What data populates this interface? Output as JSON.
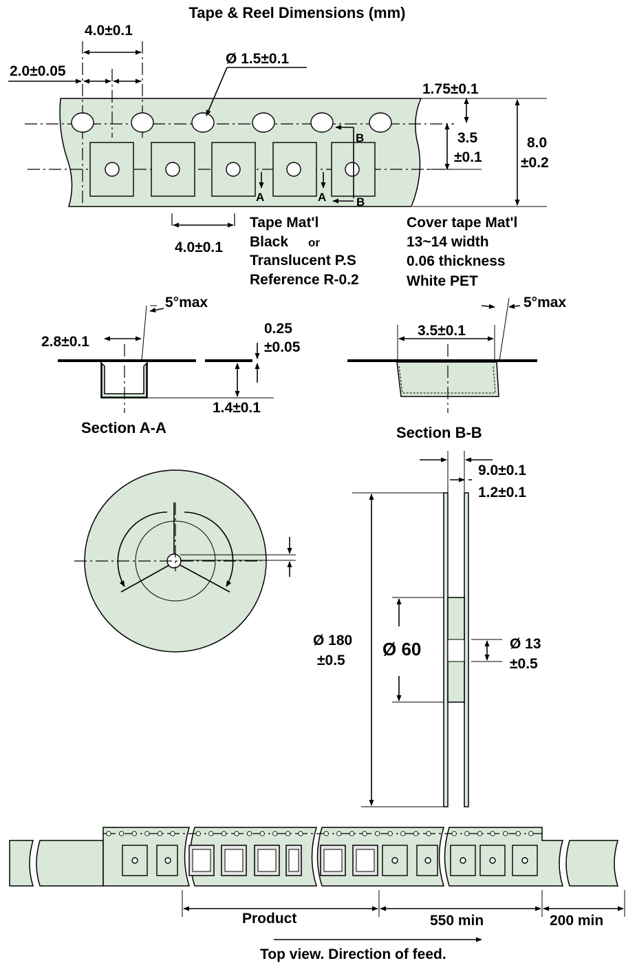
{
  "title": "Tape & Reel Dimensions (mm)",
  "tape_top": {
    "pitch_top": "4.0±0.1",
    "half_pitch": "2.0±0.05",
    "hole_diameter": "Ø 1.5±0.1",
    "edge_to_hole": "1.75±0.1",
    "hole_to_pocket_line1": "3.5",
    "hole_to_pocket_line2": "±0.1",
    "tape_width_line1": "8.0",
    "tape_width_line2": "±0.2",
    "pocket_pitch": "4.0±0.1",
    "marker_a": "A",
    "marker_b": "B"
  },
  "tape_material": {
    "line1": "Tape Mat'l",
    "line2a": "Black",
    "line2b": "or",
    "line3": "Translucent P.S",
    "line4": "Reference R-0.2"
  },
  "cover_tape": {
    "line1": "Cover tape Mat'l",
    "line2": "13~14 width",
    "line3": "0.06 thickness",
    "line4": "White PET"
  },
  "section_aa": {
    "caption": "Section A-A",
    "angle": "5°max",
    "width": "2.8±0.1",
    "thickness_line1": "0.25",
    "thickness_line2": "±0.05",
    "depth": "1.4±0.1"
  },
  "section_bb": {
    "caption": "Section B-B",
    "angle": "5°max",
    "width": "3.5±0.1"
  },
  "reel": {
    "hub_width": "9.0±0.1",
    "flange_thickness": "1.2±0.1",
    "outer_line1": "Ø 180",
    "outer_line2": "±0.5",
    "hub_diameter": "Ø 60",
    "arbor_line1": "Ø 13",
    "arbor_line2": "±0.5"
  },
  "feed": {
    "product": "Product",
    "trailer": "550 min",
    "leader": "200 min",
    "caption": "Top view. Direction of feed."
  },
  "colors": {
    "tape_fill": "#d9e8d8",
    "line": "#000000"
  }
}
